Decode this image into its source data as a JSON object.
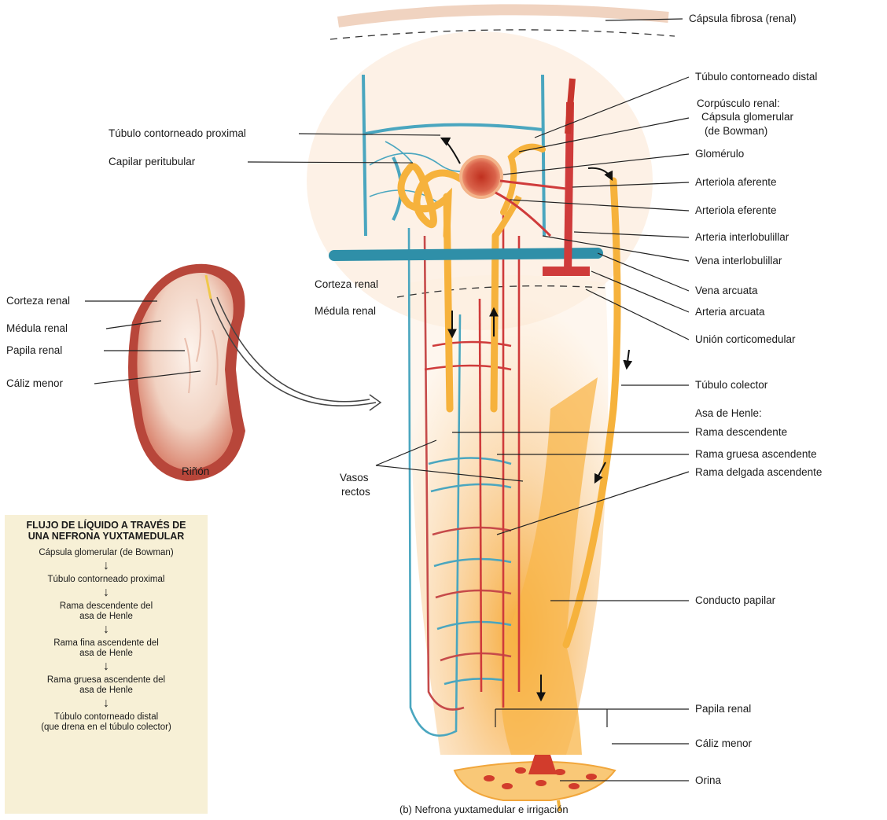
{
  "labels": {
    "capsula_fibrosa": "Cápsula fibrosa (renal)",
    "tubulo_distal": "Túbulo contorneado distal",
    "corpusculo": "Corpúsculo renal:",
    "capsula_glomerular": "Cápsula glomerular",
    "de_bowman": "(de Bowman)",
    "glomerulo": "Glomérulo",
    "arteriola_aferente": "Arteriola aferente",
    "arteriola_eferente": "Arteriola eferente",
    "arteria_interlobulillar": "Arteria interlobulillar",
    "vena_interlobulillar": "Vena interlobulillar",
    "vena_arcuata": "Vena arcuata",
    "arteria_arcuata": "Arteria arcuata",
    "union_corticomedular": "Unión corticomedular",
    "tubulo_colector": "Túbulo colector",
    "asa_henle": "Asa de Henle:",
    "rama_descendente": "Rama descendente",
    "rama_gruesa": "Rama gruesa ascendente",
    "rama_delgada": "Rama delgada ascendente",
    "conducto_papilar": "Conducto papilar",
    "papila_renal_right": "Papila renal",
    "caliz_menor_right": "Cáliz menor",
    "orina": "Orina",
    "tubulo_proximal": "Túbulo contorneado proximal",
    "capilar_peritubular": "Capilar peritubular",
    "corteza_renal_center": "Corteza renal",
    "medula_renal_center": "Médula renal",
    "corteza_renal_left": "Corteza renal",
    "medula_renal_left": "Médula renal",
    "papila_renal_left": "Papila renal",
    "caliz_menor_left": "Cáliz menor",
    "rinon": "Riñón",
    "vasos": "Vasos",
    "rectos": "rectos"
  },
  "flow": {
    "title_line1": "FLUJO DE LÍQUIDO A TRAVÉS DE",
    "title_line2": "UNA NEFRONA YUXTAMEDULAR",
    "steps": [
      [
        "Cápsula glomerular (de Bowman)"
      ],
      [
        "Túbulo contorneado proximal"
      ],
      [
        "Rama descendente del",
        "asa de Henle"
      ],
      [
        "Rama fina ascendente del",
        "asa de Henle"
      ],
      [
        "Rama gruesa ascendente del",
        "asa de Henle"
      ],
      [
        "Túbulo contorneado distal",
        "(que drena en el túbulo colector)"
      ]
    ],
    "arrow": "↓"
  },
  "caption": "(b) Nefrona yuxtamedular e irrigación",
  "colors": {
    "vein": "#4aa6bf",
    "artery": "#cf3b3b",
    "tubule": "#f6b23c",
    "tissue": "#f7c27a",
    "kidney": "#b8463a",
    "flow_bg": "#f7f0d6"
  }
}
